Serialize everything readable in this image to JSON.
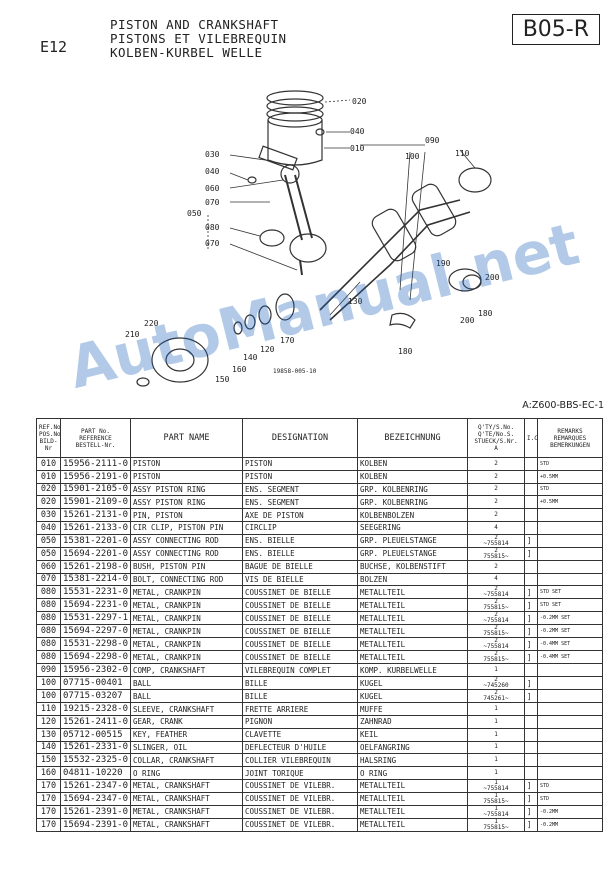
{
  "header": {
    "code": "E12",
    "title_en": "PISTON AND CRANKSHAFT",
    "title_fr": "PISTONS ET  VILEBREQUIN",
    "title_de": "KOLBEN-KURBEL WELLE",
    "badge": "B05-R"
  },
  "diagram": {
    "code": "19858-005-10",
    "callouts": [
      "020",
      "040",
      "010",
      "090",
      "100",
      "110",
      "030",
      "040",
      "060",
      "070",
      "050",
      "080",
      "070",
      "130",
      "190",
      "200",
      "180",
      "200",
      "180",
      "220",
      "210",
      "170",
      "120",
      "140",
      "160",
      "150"
    ]
  },
  "model_code": "A:Z600-BBS-EC-1",
  "watermark": "AutoManual.net",
  "table": {
    "headers": {
      "ref": "REF.No\nPOS.No\nBILD-Nr",
      "part": "PART No.\nREFERENCE\nBESTELL-Nr.",
      "name": "PART NAME",
      "designation": "DESIGNATION",
      "bezeichnung": "BEZEICHNUNG",
      "qty": "Q'TY/S.No.\nQ'TE/No.S.\nSTUECK/S.Nr.\nA",
      "ic": "I.C.",
      "remarks": "REMARKS\nREMARQUES\nBEMERKUNGEN"
    },
    "rows": [
      {
        "ref": "010",
        "part": "15956-2111-0",
        "name": "PISTON",
        "designation": "PISTON",
        "bezeichnung": "KOLBEN",
        "qty": "2",
        "ic": "",
        "remarks": "STD"
      },
      {
        "ref": "010",
        "part": "15956-2191-0",
        "name": "PISTON",
        "designation": "PISTON",
        "bezeichnung": "KOLBEN",
        "qty": "2",
        "ic": "",
        "remarks": "+0.5MM"
      },
      {
        "ref": "020",
        "part": "15901-2105-0",
        "name": "ASSY PISTON RING",
        "designation": "ENS. SEGMENT",
        "bezeichnung": "GRP. KOLBENRING",
        "qty": "2",
        "ic": "",
        "remarks": "STD"
      },
      {
        "ref": "020",
        "part": "15901-2109-0",
        "name": "ASSY PISTON RING",
        "designation": "ENS. SEGMENT",
        "bezeichnung": "GRP. KOLBENRING",
        "qty": "2",
        "ic": "",
        "remarks": "+0.5MM"
      },
      {
        "ref": "030",
        "part": "15261-2131-0",
        "name": "PIN, PISTON",
        "designation": "AXE DE PISTON",
        "bezeichnung": "KOLBENBOLZEN",
        "qty": "2",
        "ic": "",
        "remarks": ""
      },
      {
        "ref": "040",
        "part": "15261-2133-0",
        "name": "CIR CLIP, PISTON PIN",
        "designation": "CIRCLIP",
        "bezeichnung": "SEEGERING",
        "qty": "4",
        "ic": "",
        "remarks": ""
      },
      {
        "ref": "050",
        "part": "15381-2201-0",
        "name": "ASSY CONNECTING ROD",
        "designation": "ENS. BIELLE",
        "bezeichnung": "GRP. PLEUELSTANGE",
        "qty": "2\n~755814",
        "ic": "]",
        "remarks": ""
      },
      {
        "ref": "050",
        "part": "15694-2201-0",
        "name": "ASSY CONNECTING ROD",
        "designation": "ENS. BIELLE",
        "bezeichnung": "GRP. PLEUELSTANGE",
        "qty": "2\n755815~",
        "ic": "]",
        "remarks": ""
      },
      {
        "ref": "060",
        "part": "15261-2198-0",
        "name": "BUSH, PISTON PIN",
        "designation": "BAGUE DE BIELLE",
        "bezeichnung": "BUCHSE, KOLBENSTIFT",
        "qty": "2",
        "ic": "",
        "remarks": ""
      },
      {
        "ref": "070",
        "part": "15381-2214-0",
        "name": "BOLT, CONNECTING ROD",
        "designation": "VIS DE BIELLE",
        "bezeichnung": "BOLZEN",
        "qty": "4",
        "ic": "",
        "remarks": ""
      },
      {
        "ref": "080",
        "part": "15531-2231-0",
        "name": "METAL, CRANKPIN",
        "designation": "COUSSINET DE BIELLE",
        "bezeichnung": "METALLTEIL",
        "qty": "2\n~755814",
        "ic": "]",
        "remarks": "STD SET"
      },
      {
        "ref": "080",
        "part": "15694-2231-0",
        "name": "METAL, CRANKPIN",
        "designation": "COUSSINET DE BIELLE",
        "bezeichnung": "METALLTEIL",
        "qty": "2\n755815~",
        "ic": "]",
        "remarks": "STD SET"
      },
      {
        "ref": "080",
        "part": "15531-2297-1",
        "name": "METAL, CRANKPIN",
        "designation": "COUSSINET DE BIELLE",
        "bezeichnung": "METALLTEIL",
        "qty": "2\n~755814",
        "ic": "]",
        "remarks": "-0.2MM SET"
      },
      {
        "ref": "080",
        "part": "15694-2297-0",
        "name": "METAL, CRANKPIN",
        "designation": "COUSSINET DE BIELLE",
        "bezeichnung": "METALLTEIL",
        "qty": "2\n755815~",
        "ic": "]",
        "remarks": "-0.2MM SET"
      },
      {
        "ref": "080",
        "part": "15531-2298-0",
        "name": "METAL, CRANKPIN",
        "designation": "COUSSINET DE BIELLE",
        "bezeichnung": "METALLTEIL",
        "qty": "2\n~755814",
        "ic": "]",
        "remarks": "-0.4MM SET"
      },
      {
        "ref": "080",
        "part": "15694-2298-0",
        "name": "METAL, CRANKPIN",
        "designation": "COUSSINET DE BIELLE",
        "bezeichnung": "METALLTEIL",
        "qty": "2\n755815~",
        "ic": "]",
        "remarks": "-0.4MM SET"
      },
      {
        "ref": "090",
        "part": "15956-2302-0",
        "name": "COMP, CRANKSHAFT",
        "designation": "VILEBREQUIN COMPLET",
        "bezeichnung": "KOMP. KURBELWELLE",
        "qty": "1",
        "ic": "",
        "remarks": ""
      },
      {
        "ref": "100",
        "part": "07715-00401",
        "name": "BALL",
        "designation": "BILLE",
        "bezeichnung": "KUGEL",
        "qty": "2\n~745260",
        "ic": "]",
        "remarks": ""
      },
      {
        "ref": "100",
        "part": "07715-03207",
        "name": "BALL",
        "designation": "BILLE",
        "bezeichnung": "KUGEL",
        "qty": "2\n745261~",
        "ic": "]",
        "remarks": ""
      },
      {
        "ref": "110",
        "part": "19215-2328-0",
        "name": "SLEEVE, CRANKSHAFT",
        "designation": "FRETTE ARRIERE",
        "bezeichnung": "MUFFE",
        "qty": "1",
        "ic": "",
        "remarks": ""
      },
      {
        "ref": "120",
        "part": "15261-2411-0",
        "name": "GEAR, CRANK",
        "designation": "PIGNON",
        "bezeichnung": "ZAHNRAD",
        "qty": "1",
        "ic": "",
        "remarks": ""
      },
      {
        "ref": "130",
        "part": "05712-00515",
        "name": "KEY, FEATHER",
        "designation": "CLAVETTE",
        "bezeichnung": "KEIL",
        "qty": "1",
        "ic": "",
        "remarks": ""
      },
      {
        "ref": "140",
        "part": "15261-2331-0",
        "name": "SLINGER, OIL",
        "designation": "DEFLECTEUR D'HUILE",
        "bezeichnung": "OELFANGRING",
        "qty": "1",
        "ic": "",
        "remarks": ""
      },
      {
        "ref": "150",
        "part": "15532-2325-0",
        "name": "COLLAR, CRANKSHAFT",
        "designation": "COLLIER VILEBREQUIN",
        "bezeichnung": "HALSRING",
        "qty": "1",
        "ic": "",
        "remarks": ""
      },
      {
        "ref": "160",
        "part": "04811-10220",
        "name": "O RING",
        "designation": "JOINT TORIQUE",
        "bezeichnung": "O RING",
        "qty": "1",
        "ic": "",
        "remarks": ""
      },
      {
        "ref": "170",
        "part": "15261-2347-0",
        "name": "METAL, CRANKSHAFT",
        "designation": "COUSSINET DE VILEBR.",
        "bezeichnung": "METALLTEIL",
        "qty": "1\n~755814",
        "ic": "]",
        "remarks": "STD"
      },
      {
        "ref": "170",
        "part": "15694-2347-0",
        "name": "METAL, CRANKSHAFT",
        "designation": "COUSSINET DE VILEBR.",
        "bezeichnung": "METALLTEIL",
        "qty": "1\n755815~",
        "ic": "]",
        "remarks": "STD"
      },
      {
        "ref": "170",
        "part": "15261-2391-0",
        "name": "METAL, CRANKSHAFT",
        "designation": "COUSSINET DE VILEBR.",
        "bezeichnung": "METALLTEIL",
        "qty": "1\n~755814",
        "ic": "]",
        "remarks": "-0.2MM"
      },
      {
        "ref": "170",
        "part": "15694-2391-0",
        "name": "METAL, CRANKSHAFT",
        "designation": "COUSSINET DE VILEBR.",
        "bezeichnung": "METALLTEIL",
        "qty": "1\n755815~",
        "ic": "]",
        "remarks": "-0.2MM"
      }
    ]
  }
}
